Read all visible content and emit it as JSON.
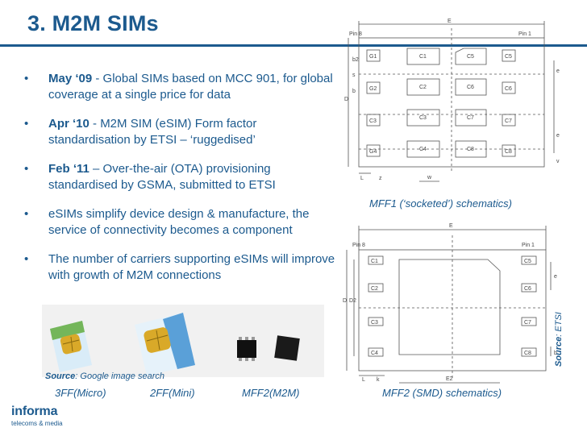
{
  "title": "3. M2M SIMs",
  "bullets": [
    {
      "lead": "May ‘09",
      "text": " - Global SIMs based on MCC 901, for global coverage at a single price for data"
    },
    {
      "lead": "Apr ‘10",
      "text": " - M2M SIM (eSIM) Form factor standardisation by ETSI – ‘ruggedised’"
    },
    {
      "lead": "Feb ‘11",
      "text": " – Over-the-air (OTA) provisioning standardised by GSMA, submitted to ETSI"
    },
    {
      "lead": "",
      "text": "eSIMs simplify device design & manufacture, the service of connectivity becomes a component"
    },
    {
      "lead": "",
      "text": "The number of carriers supporting eSIMs will improve with growth of M2M connections"
    }
  ],
  "bullet_symbol": "•",
  "diagram1_caption": "MFF1 (‘socketed’) schematics)",
  "diagram2_caption": "MFF2 (SMD) schematics)",
  "etsi_source_label": "Source",
  "etsi_source_value": ": ETSI",
  "image_source_label": "Source",
  "image_source_value": ": Google image search",
  "labels": [
    "3FF(Micro)",
    "2FF(Mini)",
    "MFF2(M2M)"
  ],
  "logo": {
    "name": "informa",
    "sub": "telecoms & media"
  },
  "diagram1": {
    "top": "E",
    "pin8": "Pin 8",
    "pin1": "Pin 1",
    "left_pads": [
      "G1",
      "G2",
      "C3",
      "G4"
    ],
    "right_pads": [
      "C5",
      "C6",
      "C7",
      "C8"
    ],
    "inner": [
      "C1",
      "C5",
      "C2",
      "C6",
      "C3",
      "C7",
      "C4",
      "C8"
    ],
    "dims": [
      "b2",
      "s",
      "b",
      "D",
      "e",
      "e",
      "v",
      "L",
      "z",
      "w"
    ]
  },
  "diagram2": {
    "top": "E",
    "pin8": "Pin 8",
    "pin1": "Pin 1",
    "left_pads": [
      "C1",
      "C2",
      "C3",
      "C4"
    ],
    "right_pads": [
      "C5",
      "C6",
      "C7",
      "C8"
    ],
    "dims": [
      "D",
      "D2",
      "e",
      "b",
      "L",
      "k",
      "E2"
    ]
  }
}
